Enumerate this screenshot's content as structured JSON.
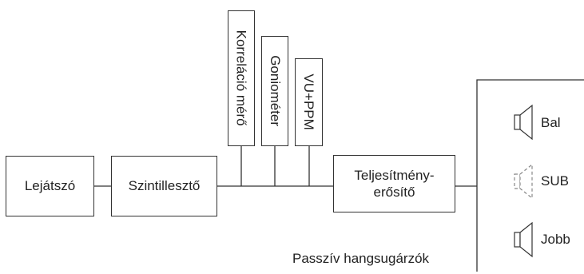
{
  "diagram": {
    "blocks": {
      "player": "Lejátszó",
      "level_matcher": "Szintillesztő",
      "correlation_meter": "Korreláció mérő",
      "goniometer": "Goniométer",
      "vu_ppm": "VU+PPM",
      "amplifier_line1": "Teljesítmény-",
      "amplifier_line2": "erősítő"
    },
    "speakers": {
      "left": "Bal",
      "sub": "SUB",
      "right": "Jobb"
    },
    "caption": "Passzív hangsugárzók",
    "colors": {
      "line": "#333333",
      "sub_dashed": "#888888"
    },
    "icons": [
      "speaker-icon",
      "speaker-icon-dashed"
    ]
  }
}
